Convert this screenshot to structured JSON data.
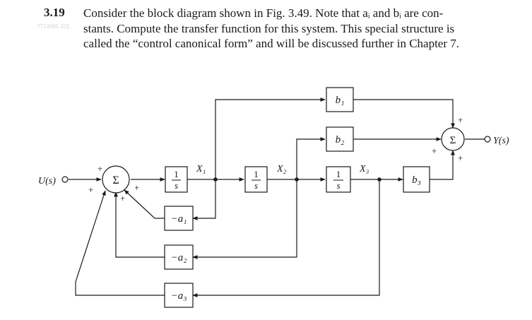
{
  "problem": {
    "number": "3.19",
    "lines": [
      "Consider the block diagram shown in Fig. 3.49. Note that aᵢ and bᵢ are con-",
      "stants. Compute the transfer function for this system. This special structure is",
      "called the “control canonical form” and will be discussed further in Chapter 7."
    ],
    "watermark": "7714695 201"
  },
  "diagram": {
    "input_label": "U(s)",
    "output_label": "Y(s)",
    "sum_symbol": "Σ",
    "plus": "+",
    "integrator_num": "1",
    "integrator_den": "s",
    "states": [
      "X₁",
      "X₂",
      "X₃"
    ],
    "gains_b": [
      "b₁",
      "b₂",
      "b₃"
    ],
    "gains_a": [
      "−a₁",
      "−a₂",
      "−a₃"
    ]
  }
}
